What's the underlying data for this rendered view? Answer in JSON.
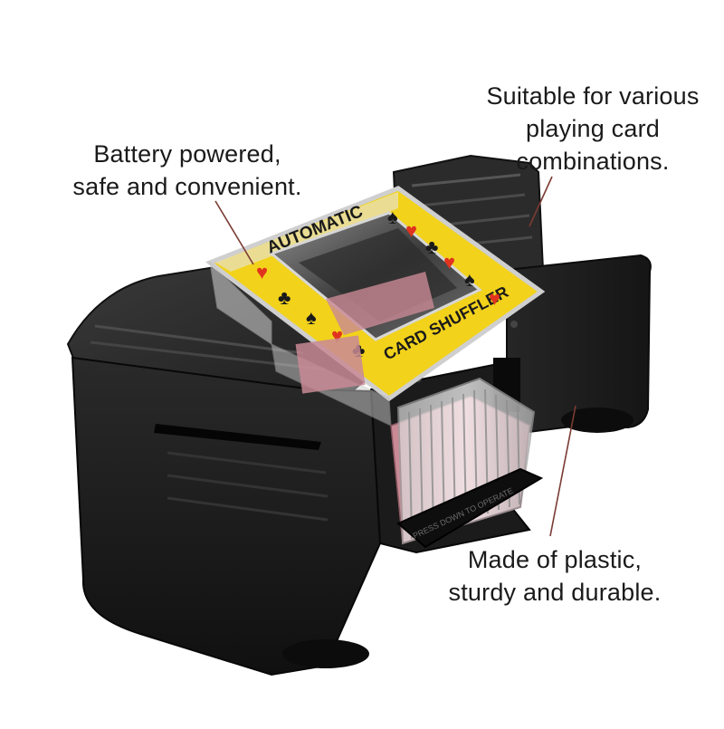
{
  "callouts": {
    "battery": {
      "lines": [
        "Battery powered,",
        "safe and convenient."
      ]
    },
    "suitable": {
      "lines": [
        "Suitable for various",
        "playing card",
        "combinations."
      ]
    },
    "plastic": {
      "lines": [
        "Made of plastic,",
        "sturdy and durable."
      ]
    }
  },
  "lid_label": {
    "top": "AUTOMATIC",
    "bottom": "CARD SHUFFLER"
  },
  "tray_label": "PRESS DOWN TO OPERATE",
  "colors": {
    "body": "#1c1c1c",
    "lid_yellow": "#f2d21b",
    "suit_red": "#e0341e",
    "card_back": "#c98a95",
    "leader_line": "#7a3b33"
  },
  "icons": [
    "spade-icon",
    "heart-icon",
    "club-icon",
    "diamond-icon"
  ]
}
